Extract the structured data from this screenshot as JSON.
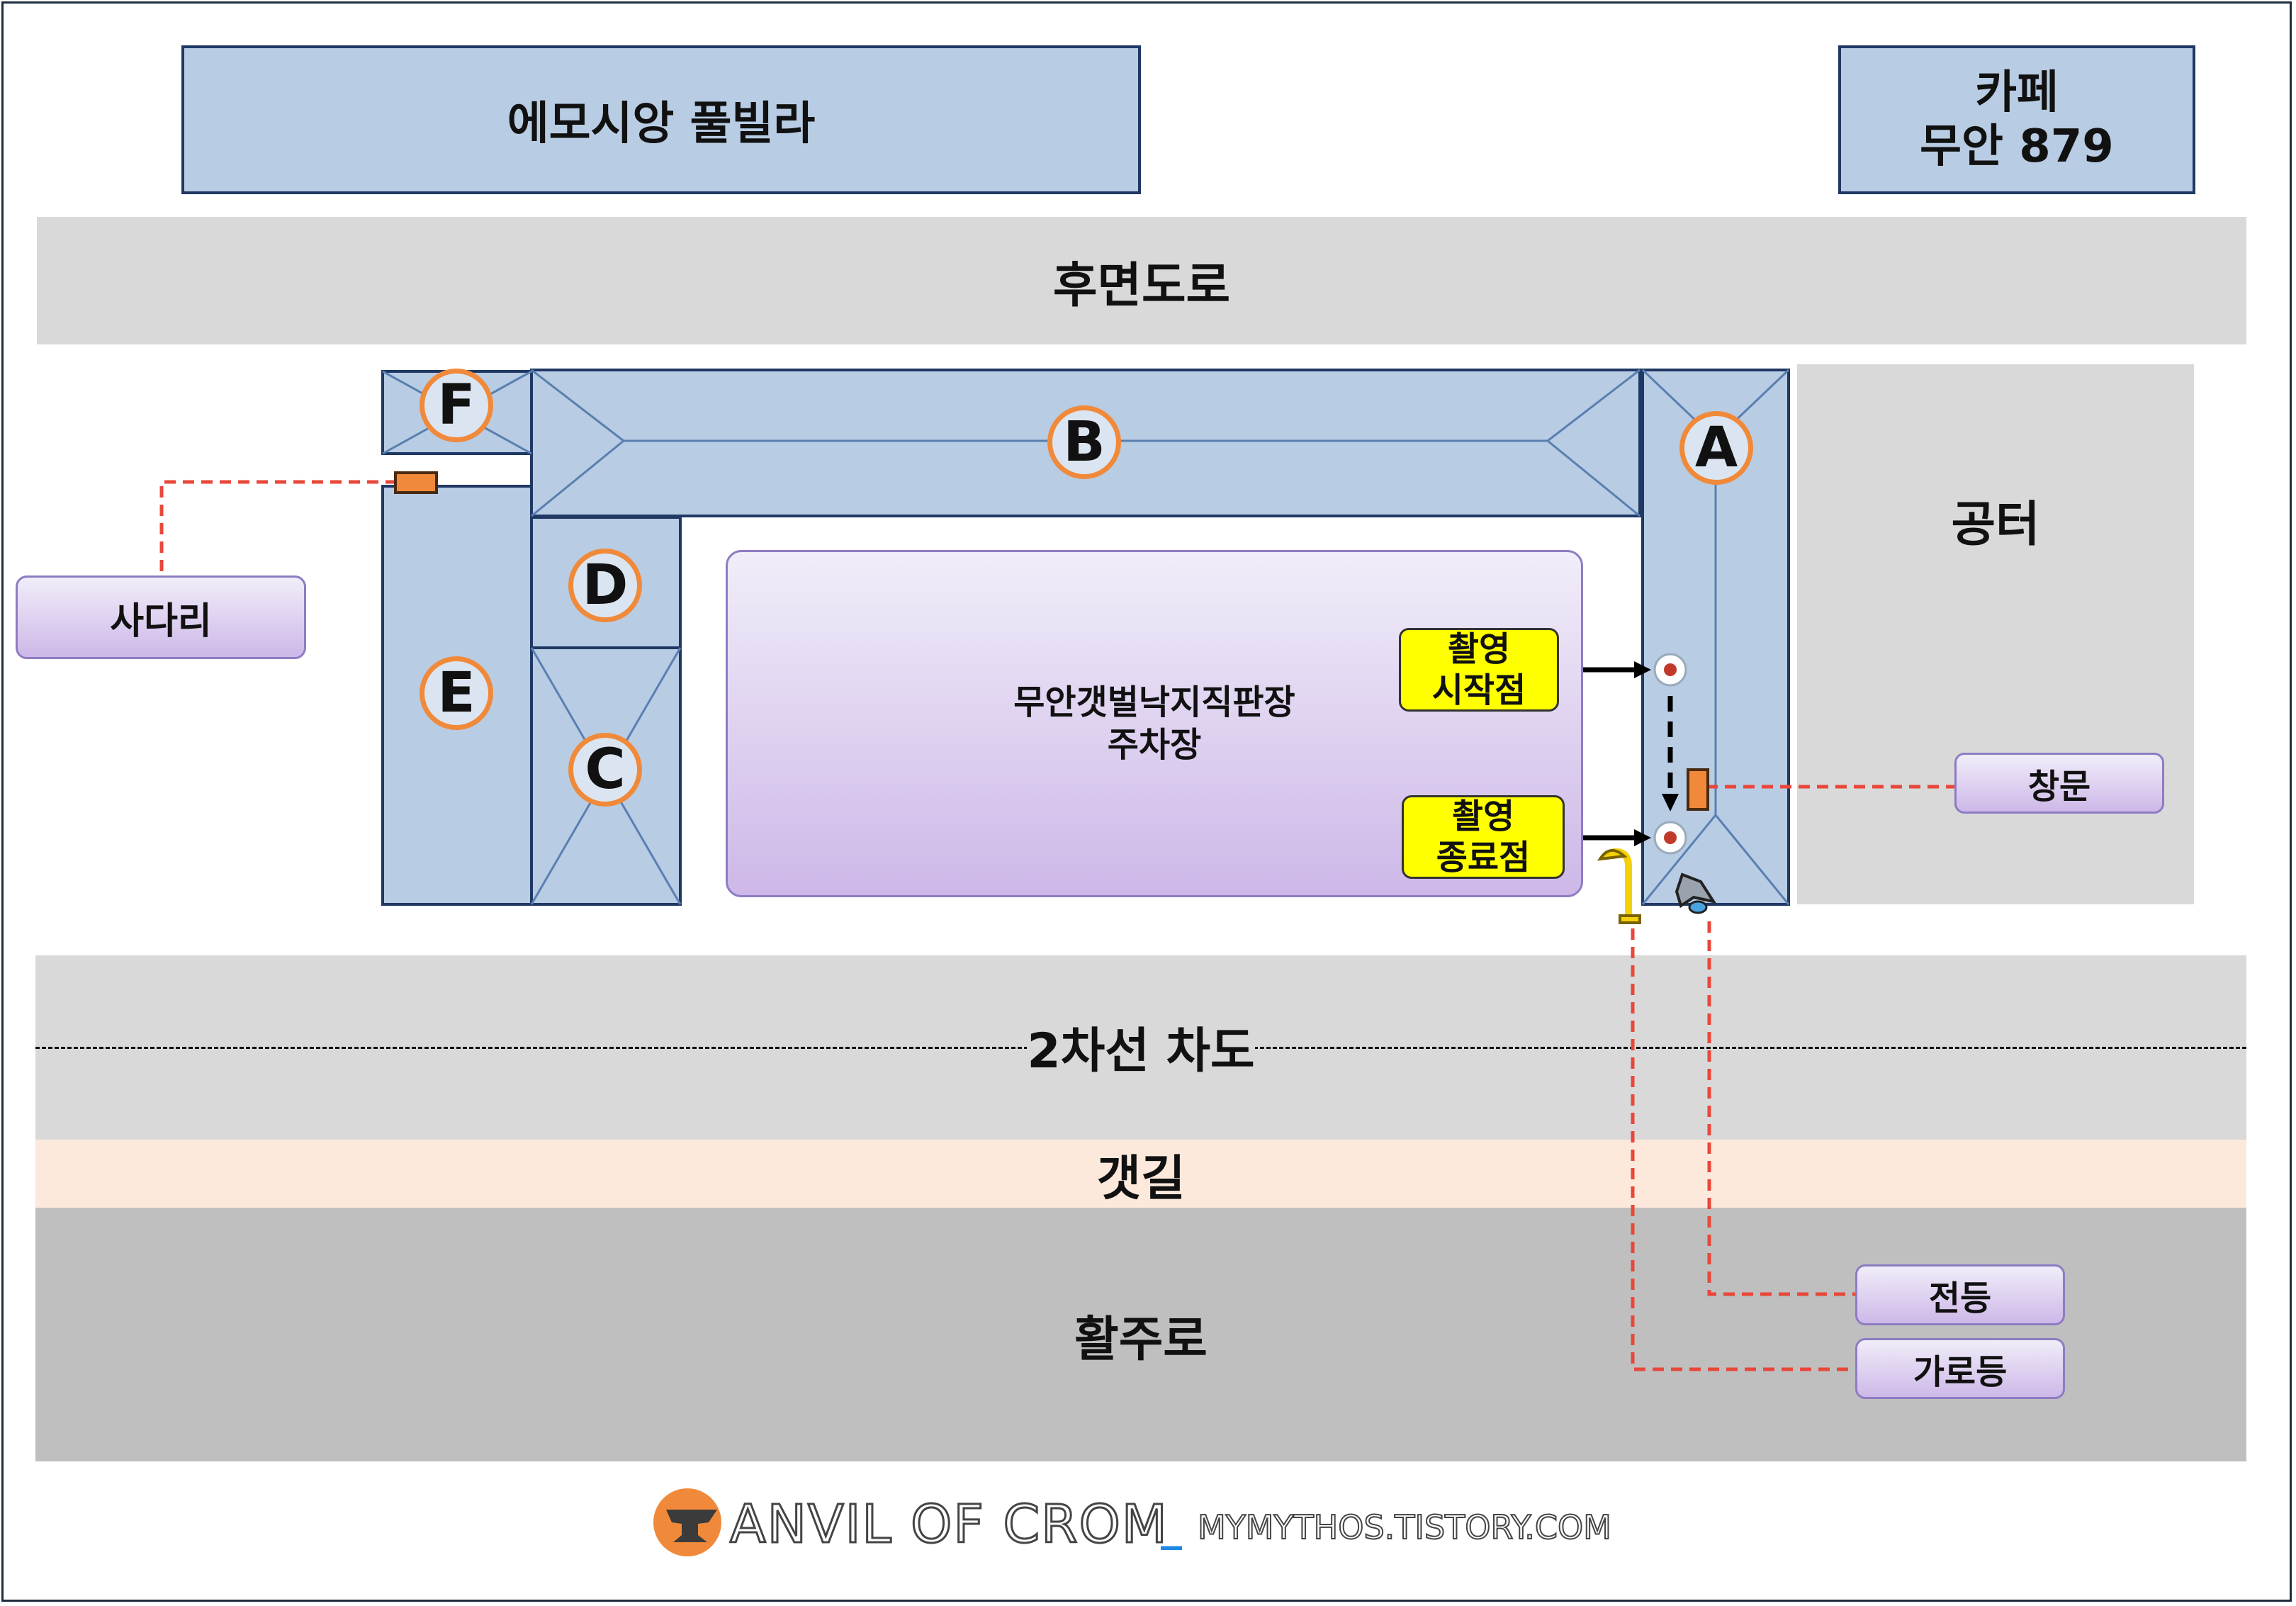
{
  "top": {
    "pool_villa": "에모시앙 풀빌라",
    "cafe_line1": "카페",
    "cafe_line2": "무안 879"
  },
  "roads": {
    "rear_road": "후면도로",
    "two_lane": "2차선 차도",
    "shoreline": "갯길",
    "runway": "활주로"
  },
  "vacant_lot": "공터",
  "buildings": {
    "a": "A",
    "b": "B",
    "c": "C",
    "d": "D",
    "e": "E",
    "f": "F"
  },
  "parking": {
    "line1": "무안갯벌낙지직판장",
    "line2": "주차장"
  },
  "shooting": {
    "start_line1": "촬영",
    "start_line2": "시작점",
    "end_line1": "촬영",
    "end_line2": "종료점"
  },
  "callouts": {
    "ladder": "사다리",
    "window": "창문",
    "electric_light": "전등",
    "street_light": "가로등"
  },
  "footer": {
    "brand": "ANVIL OF CROM",
    "separator": "_",
    "site": "MYMYTHOS.TISTORY.COM"
  },
  "colors": {
    "building_fill": "#b8cce4",
    "building_border": "#1f3864",
    "road_gray": "#d9d9d9",
    "shoreline_fill": "#fce9db",
    "runway_fill": "#bfbfbf",
    "circle_orange": "#f08a3a",
    "callout_line_red": "#e8473a",
    "marker_yellow": "#ffff00"
  }
}
